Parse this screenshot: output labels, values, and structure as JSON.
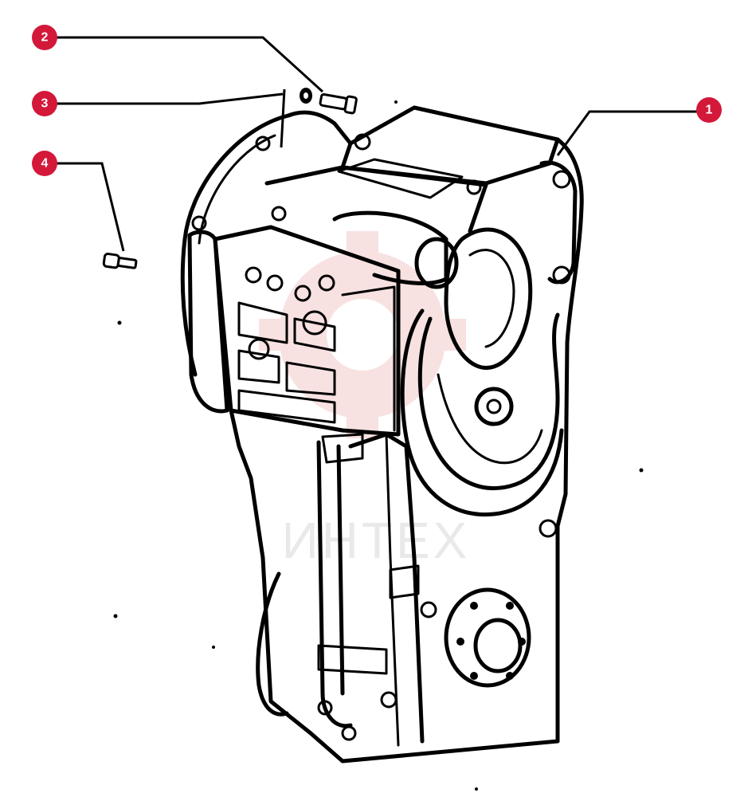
{
  "callouts": [
    {
      "id": "1",
      "label": "1"
    },
    {
      "id": "2",
      "label": "2"
    },
    {
      "id": "3",
      "label": "3"
    },
    {
      "id": "4",
      "label": "4"
    }
  ],
  "watermark": {
    "text": "ИНТЕХ"
  },
  "colors": {
    "callout": "#d3183a",
    "callout_text": "#ffffff",
    "line": "#000000",
    "watermark": "#f3c9c9",
    "background": "#ffffff"
  },
  "icons": [
    "transmission-assembly-drawing",
    "bolt-icon",
    "washer-icon",
    "plug-icon"
  ]
}
